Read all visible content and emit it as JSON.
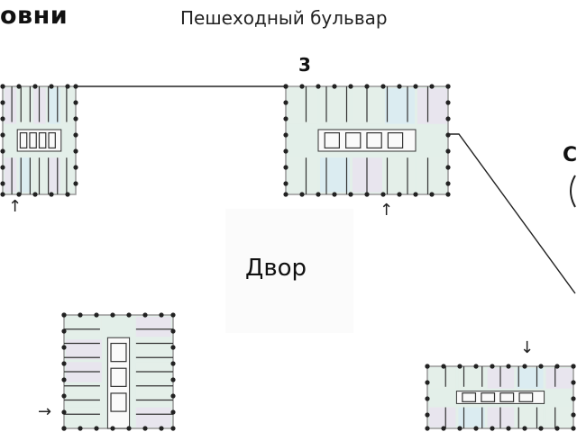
{
  "header": {
    "title_fragment": "овни",
    "street_label": "Пешеходный бульвар"
  },
  "plan": {
    "building_number": "3",
    "courtyard_label": "Двор",
    "edge_fragment": "С",
    "entrance_arrows": [
      "↑",
      "↑",
      "↓",
      "→"
    ]
  },
  "colors": {
    "green": "#e3efe9",
    "purple": "#e8e2ef",
    "blue": "#d8ebf2",
    "wall": "#333333"
  }
}
